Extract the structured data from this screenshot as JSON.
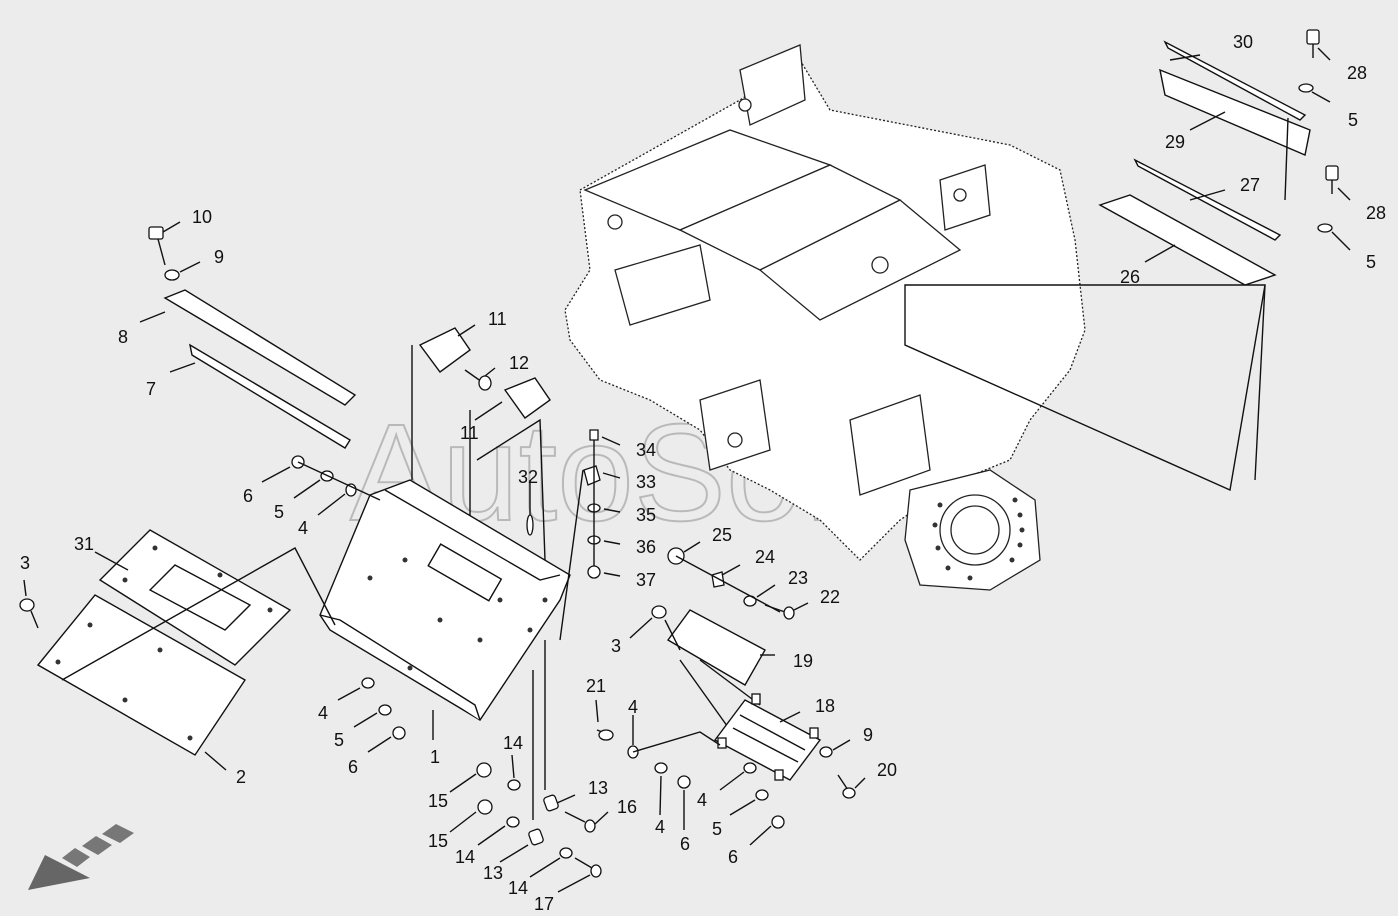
{
  "watermark": "AutoSoft",
  "callouts": [
    {
      "id": "c30",
      "text": "30"
    },
    {
      "id": "c28a",
      "text": "28"
    },
    {
      "id": "c5a",
      "text": "5"
    },
    {
      "id": "c29",
      "text": "29"
    },
    {
      "id": "c27",
      "text": "27"
    },
    {
      "id": "c28b",
      "text": "28"
    },
    {
      "id": "c5b",
      "text": "5"
    },
    {
      "id": "c26",
      "text": "26"
    },
    {
      "id": "c10",
      "text": "10"
    },
    {
      "id": "c9a",
      "text": "9"
    },
    {
      "id": "c8",
      "text": "8"
    },
    {
      "id": "c7",
      "text": "7"
    },
    {
      "id": "c11a",
      "text": "11"
    },
    {
      "id": "c12",
      "text": "12"
    },
    {
      "id": "c11b",
      "text": "11"
    },
    {
      "id": "c34",
      "text": "34"
    },
    {
      "id": "c33",
      "text": "33"
    },
    {
      "id": "c32",
      "text": "32"
    },
    {
      "id": "c35",
      "text": "35"
    },
    {
      "id": "c36",
      "text": "36"
    },
    {
      "id": "c37",
      "text": "37"
    },
    {
      "id": "c6a",
      "text": "6"
    },
    {
      "id": "c5c",
      "text": "5"
    },
    {
      "id": "c4a",
      "text": "4"
    },
    {
      "id": "c3a",
      "text": "3"
    },
    {
      "id": "c31",
      "text": "31"
    },
    {
      "id": "c2",
      "text": "2"
    },
    {
      "id": "c4b",
      "text": "4"
    },
    {
      "id": "c5d",
      "text": "5"
    },
    {
      "id": "c6b",
      "text": "6"
    },
    {
      "id": "c1",
      "text": "1"
    },
    {
      "id": "c25",
      "text": "25"
    },
    {
      "id": "c24",
      "text": "24"
    },
    {
      "id": "c23",
      "text": "23"
    },
    {
      "id": "c22",
      "text": "22"
    },
    {
      "id": "c3b",
      "text": "3"
    },
    {
      "id": "c19",
      "text": "19"
    },
    {
      "id": "c18",
      "text": "18"
    },
    {
      "id": "c21",
      "text": "21"
    },
    {
      "id": "c4c",
      "text": "4"
    },
    {
      "id": "c9b",
      "text": "9"
    },
    {
      "id": "c20",
      "text": "20"
    },
    {
      "id": "c4d",
      "text": "4"
    },
    {
      "id": "c6c",
      "text": "6"
    },
    {
      "id": "c4e",
      "text": "4"
    },
    {
      "id": "c5e",
      "text": "5"
    },
    {
      "id": "c6d",
      "text": "6"
    },
    {
      "id": "c14a",
      "text": "14"
    },
    {
      "id": "c15a",
      "text": "15"
    },
    {
      "id": "c13a",
      "text": "13"
    },
    {
      "id": "c16",
      "text": "16"
    },
    {
      "id": "c15b",
      "text": "15"
    },
    {
      "id": "c14b",
      "text": "14"
    },
    {
      "id": "c13b",
      "text": "13"
    },
    {
      "id": "c14c",
      "text": "14"
    },
    {
      "id": "c17",
      "text": "17"
    }
  ]
}
